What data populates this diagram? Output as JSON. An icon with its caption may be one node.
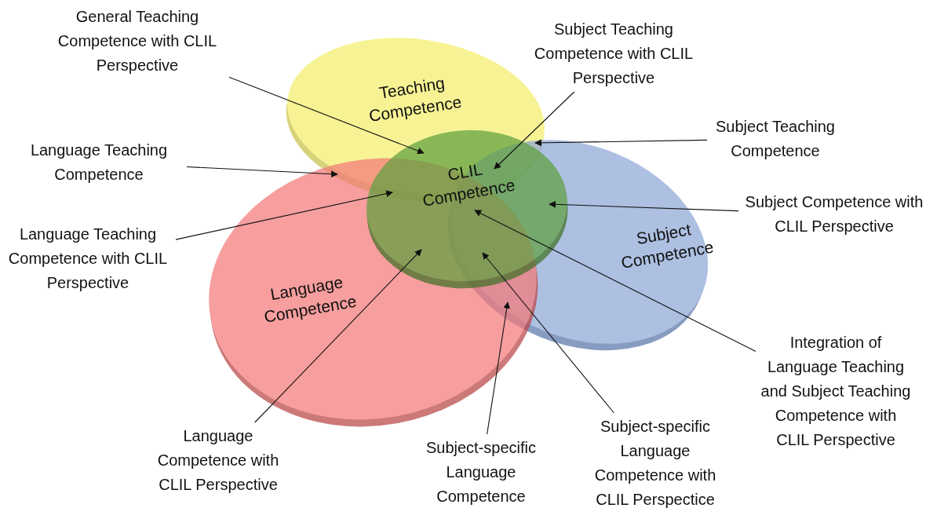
{
  "diagram": {
    "nodes": [
      {
        "text": [
          "Teaching Competence"
        ]
      },
      {
        "text": [
          "Language Competence"
        ]
      },
      {
        "text": [
          "Subject Competence"
        ]
      },
      {
        "text": [
          "CLIL Competence"
        ]
      },
      {
        "text": [
          "General Teaching Competence with CLIL Perspective"
        ]
      },
      {
        "text": [
          "Subject Teaching Competence with CLIL Perspective"
        ]
      },
      {
        "text": [
          "Language Teaching Competence"
        ]
      },
      {
        "text": [
          "Subject Teaching Competence"
        ]
      },
      {
        "text": [
          "Language Teaching Competence with CLIL Perspective"
        ]
      },
      {
        "text": [
          "Subject Competence with CLIL Perspective"
        ]
      },
      {
        "text": [
          "Integration of Language Teaching and Subject Teaching Competence with CLIL Perspective"
        ]
      },
      {
        "text": [
          "Subject-specific Language Competence with CLIL Perspectice"
        ]
      },
      {
        "text": [
          "Subject-specific Language Competence"
        ]
      },
      {
        "text": [
          "Language Competence with CLIL Perspective"
        ]
      }
    ],
    "edges": [
      {
        "from": 4,
        "to": 3,
        "arrow": "to"
      },
      {
        "from": 5,
        "to": 3,
        "arrow": "to"
      },
      {
        "from": 6,
        "to": 1,
        "arrow": "to"
      },
      {
        "from": 7,
        "to": 3,
        "arrow": "to"
      },
      {
        "from": 8,
        "to": 3,
        "arrow": "to"
      },
      {
        "from": 9,
        "to": 3,
        "arrow": "to"
      },
      {
        "from": 10,
        "to": 3,
        "arrow": "to"
      },
      {
        "from": 11,
        "to": 3,
        "arrow": "to"
      },
      {
        "from": 12,
        "to": 1,
        "arrow": "to"
      },
      {
        "from": 13,
        "to": 3,
        "arrow": "to"
      }
    ]
  }
}
